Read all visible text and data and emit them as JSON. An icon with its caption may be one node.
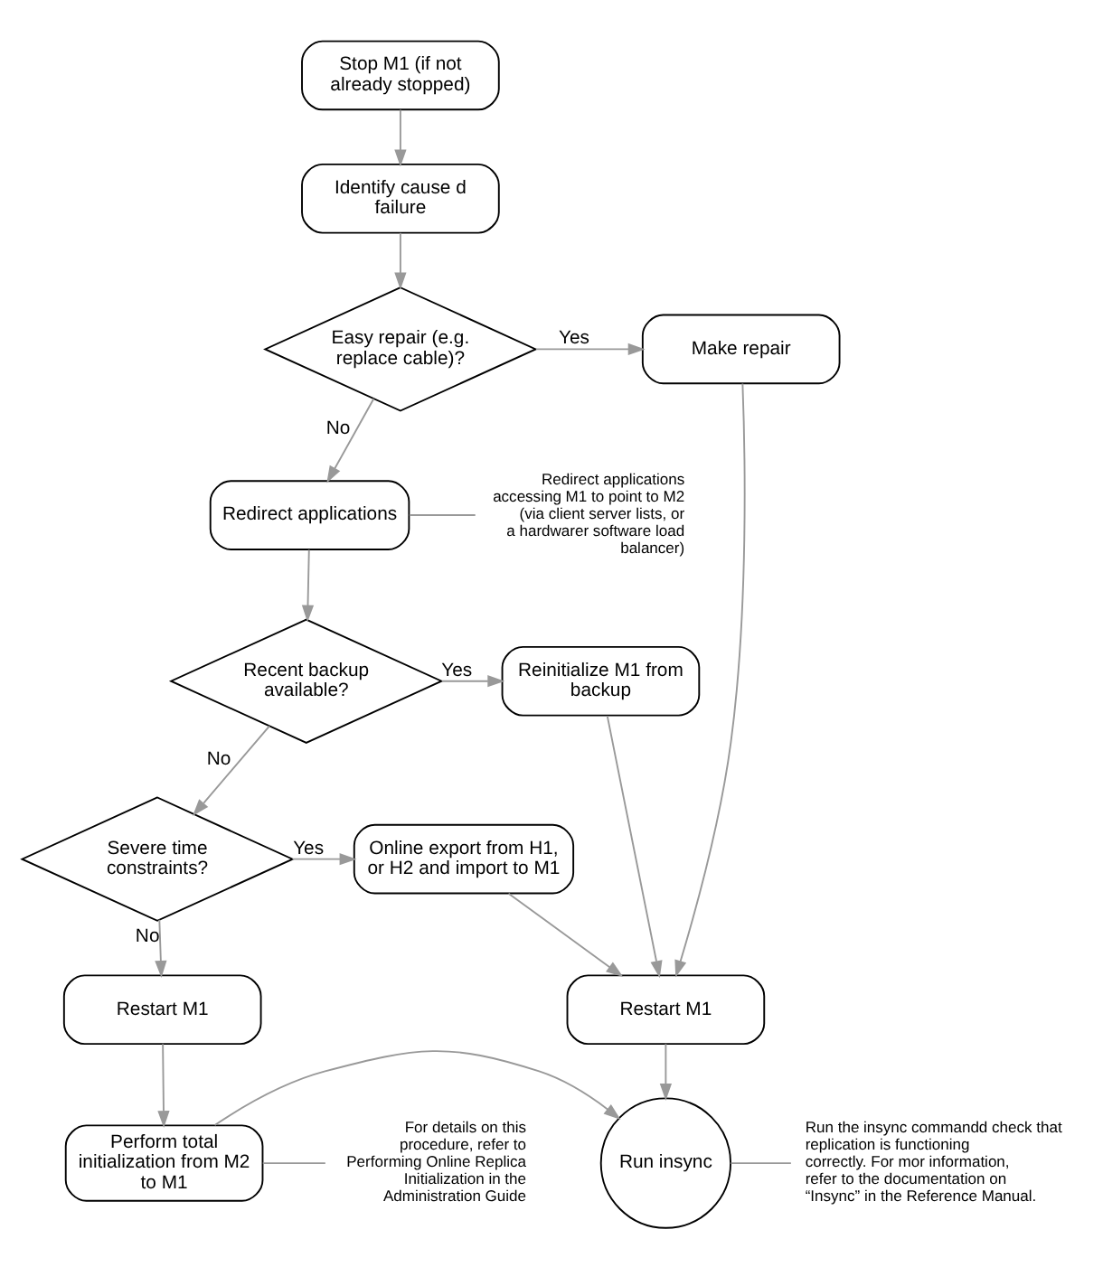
{
  "diagram": {
    "nodes": [
      {
        "text": [
          "Stop M1 (if not already stopped)"
        ]
      },
      {
        "text": [
          "Identify cause d failure"
        ]
      },
      {
        "text": [
          "Easy repair (e.g. replace cable)?"
        ]
      },
      {
        "text": [
          "Make repair"
        ]
      },
      {
        "text": [
          "Redirect applications"
        ]
      },
      {
        "text": [
          "Recent backup available?"
        ]
      },
      {
        "text": [
          "Reinitialize M1 from backup"
        ]
      },
      {
        "text": [
          "Severe time constraints?"
        ]
      },
      {
        "text": [
          "Online export from H1, or H2 and import to M1"
        ]
      },
      {
        "text": [
          "Restart M1"
        ]
      },
      {
        "text": [
          "Restart M1"
        ]
      },
      {
        "text": [
          "Perform total initialization from M2 to M1"
        ]
      },
      {
        "text": [
          "Run insync"
        ]
      },
      {
        "text": [
          "Redirect applications accessing M1 to point to M2 (via client server lists, or a hardwarer software load balancer)"
        ]
      },
      {
        "text": [
          "For details on this procedure, refer to Performing Online Replica Initialization in the Administration Guide"
        ]
      },
      {
        "text": [
          "Run the insync commandd check that replication is functioning correctly. For mor information, refer to the documentation on “Insync” in the Reference Manual."
        ]
      }
    ],
    "edges": [
      {
        "from": 0,
        "to": 1,
        "arrow": "to"
      },
      {
        "from": 1,
        "to": 2,
        "arrow": "to"
      },
      {
        "from": 2,
        "to": 3,
        "arrow": "to",
        "label": "Yes"
      },
      {
        "from": 2,
        "to": 4,
        "arrow": "to",
        "label": "No"
      },
      {
        "from": 4,
        "to": 5,
        "arrow": "to"
      },
      {
        "from": 5,
        "to": 6,
        "arrow": "to",
        "label": "Yes"
      },
      {
        "from": 5,
        "to": 7,
        "arrow": "to",
        "label": "No"
      },
      {
        "from": 7,
        "to": 8,
        "arrow": "to",
        "label": "Yes"
      },
      {
        "from": 7,
        "to": 9,
        "arrow": "to",
        "label": "No"
      },
      {
        "from": 3,
        "to": 10,
        "arrow": "to"
      },
      {
        "from": 6,
        "to": 10,
        "arrow": "to"
      },
      {
        "from": 8,
        "to": 10,
        "arrow": "to"
      },
      {
        "from": 9,
        "to": 11,
        "arrow": "to"
      },
      {
        "from": 10,
        "to": 12,
        "arrow": "to"
      },
      {
        "from": 11,
        "to": 12,
        "arrow": "to"
      },
      {
        "from": 13,
        "to": 4,
        "arrow": "none"
      },
      {
        "from": 14,
        "to": 11,
        "arrow": "none"
      },
      {
        "from": 15,
        "to": 12,
        "arrow": "none"
      }
    ]
  }
}
